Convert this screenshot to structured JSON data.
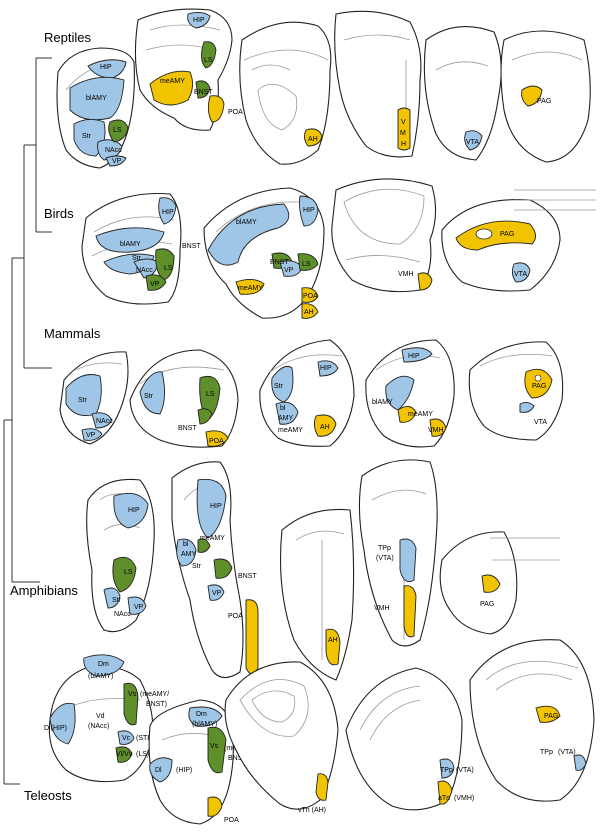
{
  "groups": {
    "reptiles": "Reptiles",
    "birds": "Birds",
    "mammals": "Mammals",
    "amphibians": "Amphibians",
    "teleosts": "Teleosts"
  },
  "colors": {
    "blue_region": "#9fc6e6",
    "green_region": "#5e8f2a",
    "yellow_region": "#f1c300"
  },
  "labels": {
    "hip": "HIP",
    "blamy": "blAMY",
    "ls": "LS",
    "str": "Str",
    "nacc": "NAcc",
    "vp": "VP",
    "meamy": "meAMY",
    "bnst": "BNST",
    "poa": "POA",
    "ah": "AH",
    "vmh": "VMH",
    "v": "V",
    "m": "M",
    "h": "H",
    "vta": "VTA",
    "pag": "PAG",
    "bl": "bl",
    "amy": "AMY",
    "tpp_vta": "TPp\n(VTA)",
    "tpp": "TPp",
    "vta_paren": "(VTA)",
    "dm": "Dm",
    "blamy_paren": "(blAMY)",
    "dl_hip": "Dl(HIP)",
    "vd": "Vd",
    "nacc_paren": "(NAcc)",
    "vs": "Vs",
    "meamy_bnst": "(meAMY/",
    "bnst_close": "BNST)",
    "vc": "Vc",
    "str_paren": "(STR)",
    "vl_vv": "Vl/Vv",
    "ls_paren": "(LS)",
    "dl": "Dl",
    "hip_paren": "(HIP)",
    "vtn_ah": "vTn (AH)",
    "atn": "aTn",
    "vmh_paren": "(VMH)",
    "meamy_slash": "(meAMY/"
  }
}
